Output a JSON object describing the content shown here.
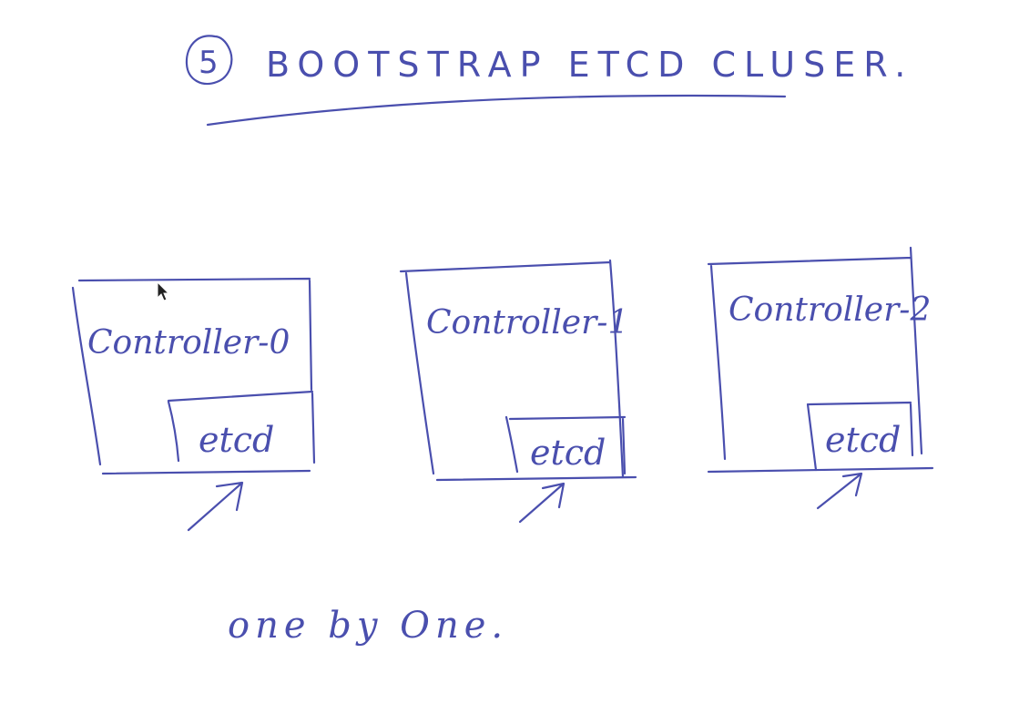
{
  "title": {
    "step_number": "5",
    "text": "BOOTSTRAP ETCD CLUSER."
  },
  "controllers": [
    {
      "label": "Controller-0",
      "component": "etcd"
    },
    {
      "label": "Controller-1",
      "component": "etcd"
    },
    {
      "label": "Controller-2",
      "component": "etcd"
    }
  ],
  "footer": {
    "text": "one by One."
  },
  "colors": {
    "ink": "#4a4fae",
    "background": "#ffffff"
  },
  "icons": {
    "cursor": "mouse-pointer-icon",
    "arrow": "arrow-up-right-icon"
  }
}
